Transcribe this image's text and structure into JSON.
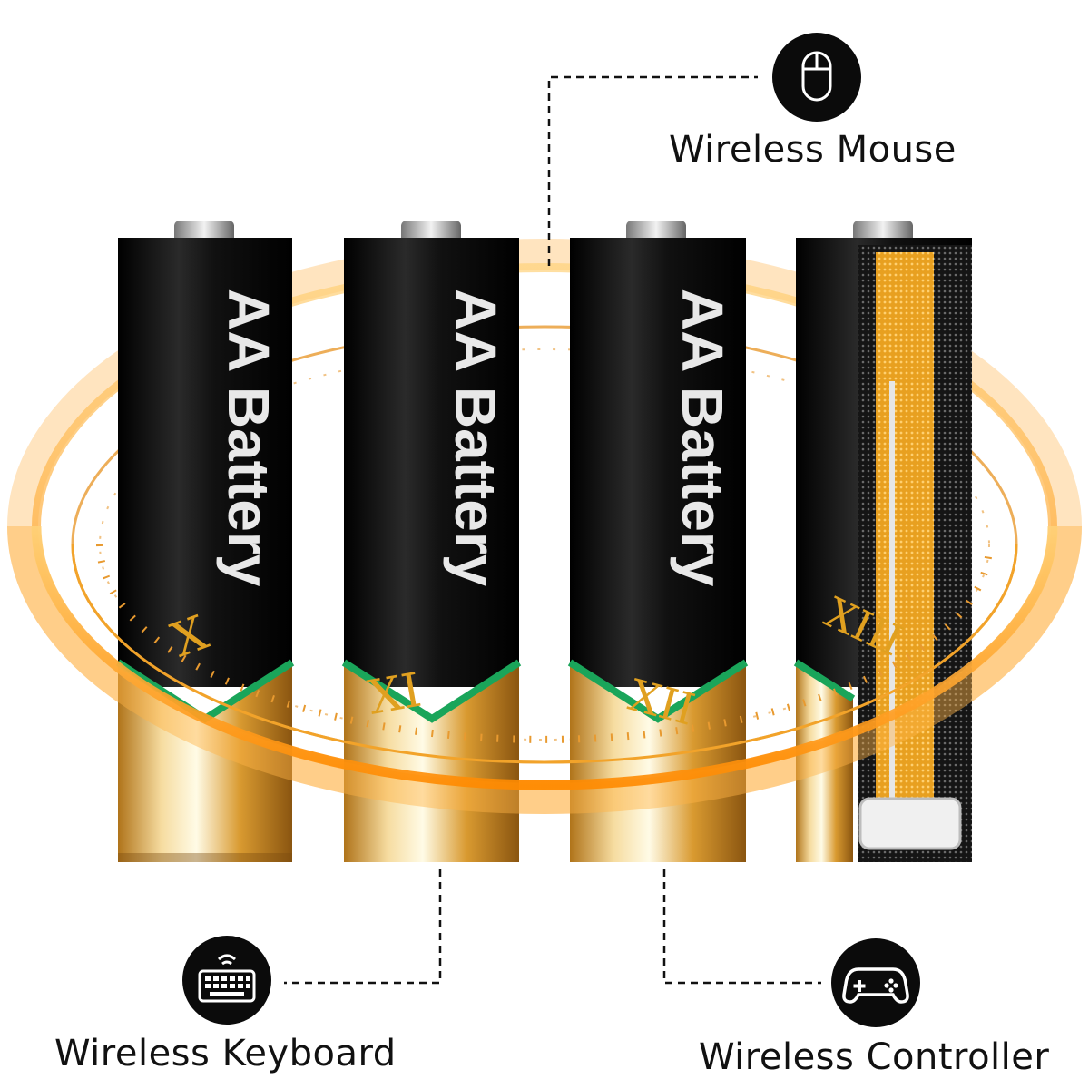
{
  "battery_label": "AA Battery",
  "roman_numerals": [
    "X",
    "XI",
    "XII",
    "XIII"
  ],
  "callouts": {
    "mouse": {
      "label": "Wireless Mouse",
      "icon": "mouse-icon"
    },
    "keyboard": {
      "label": "Wireless Keyboard",
      "icon": "keyboard-icon"
    },
    "controller": {
      "label": "Wireless Controller",
      "icon": "gamepad-icon"
    }
  },
  "colors": {
    "battery_body": "#0a0a0a",
    "gold": "#e0a43a",
    "green_band": "#1aa55a",
    "ring_orange": "#ff9b1a"
  }
}
